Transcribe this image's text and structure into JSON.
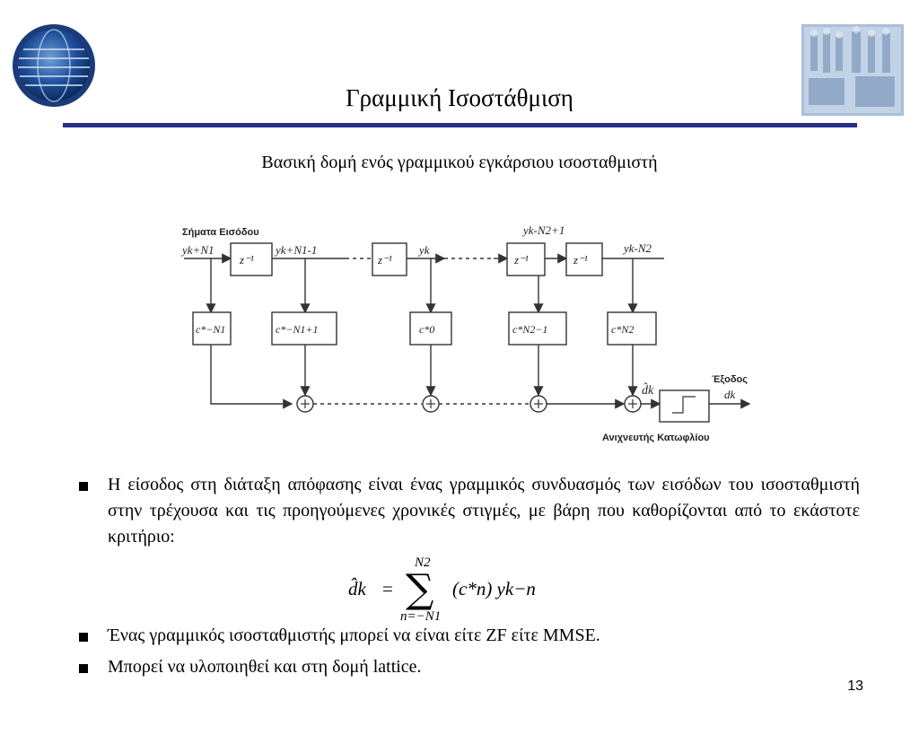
{
  "slide": {
    "title": "Γραμμική Ισοστάθμιση",
    "subtitle": "Βασική δομή ενός γραμμικού εγκάρσιου ισοσταθμιστή",
    "page_number": "13"
  },
  "diagram": {
    "input_label": "Σήματα Εισόδου",
    "output_label": "Έξοδος",
    "detector_label": "Ανιχνευτής Κατωφλίου",
    "delay_label": "z⁻¹",
    "taps": [
      "yk+N1",
      "yk+N1-1",
      "yk",
      "yk-N2+1",
      "yk-N2"
    ],
    "coefficients": [
      "c*−N1",
      "c*−N1+1",
      "c*0",
      "c*N2−1",
      "c*N2"
    ],
    "estimate_label": "d̂k",
    "decision_label": "dk"
  },
  "bullets": [
    "Η είσοδος στη διάταξη απόφασης είναι ένας γραμμικός συνδυασμός των εισόδων του ισοσταθμιστή στην τρέχουσα και τις προηγούμενες χρονικές στιγμές, με βάρη που καθορίζονται από το εκάστοτε κριτήριο:",
    "Ένας γραμμικός ισοσταθμιστής μπορεί να είναι είτε ZF είτε MMSE.",
    "Μπορεί να υλοποιηθεί και στη δομή lattice."
  ],
  "formula": {
    "lhs": "d̂k",
    "upper_limit": "N2",
    "lower_limit": "n=−N1",
    "term": "(c*n) yk−n"
  }
}
